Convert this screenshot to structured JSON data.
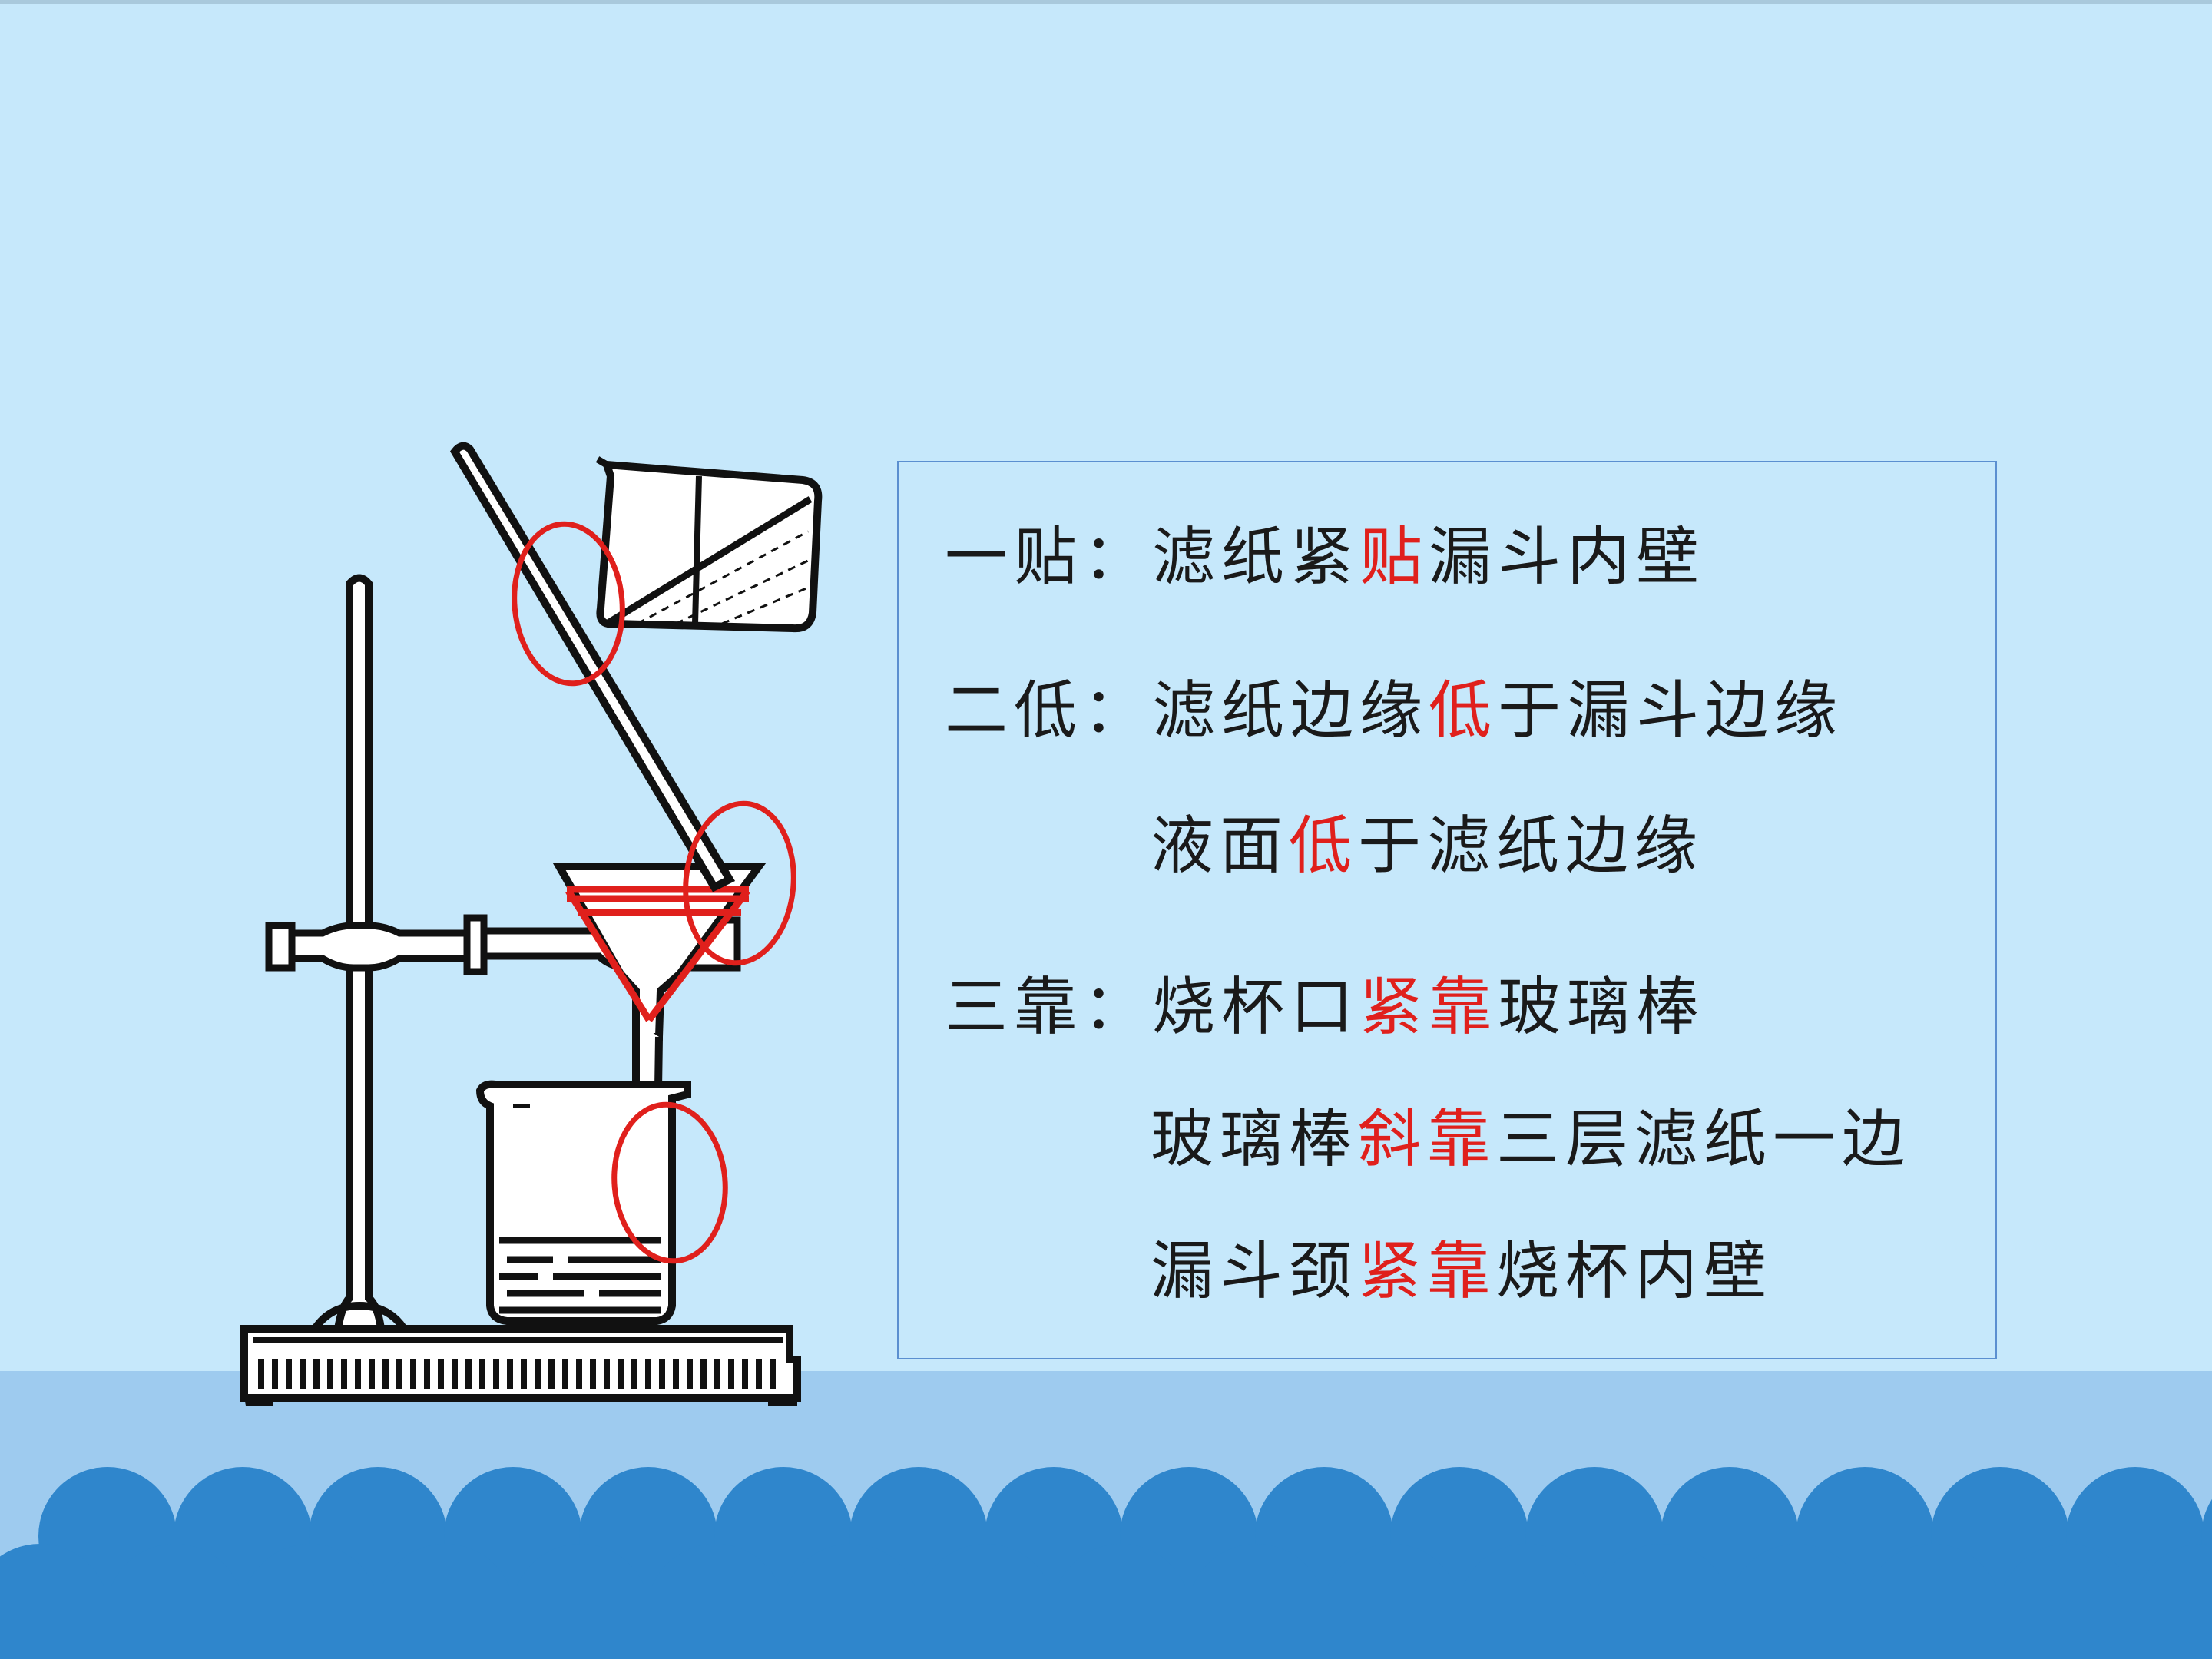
{
  "colors": {
    "background": "#c6e8fb",
    "floor": "#9ecbef",
    "waves": "#2f86cc",
    "box_border": "#5b8fd0",
    "text": "#1a1a1a",
    "highlight": "#e0201c",
    "annotation": "#e0201c"
  },
  "rules": {
    "line1": {
      "label": "一贴：",
      "pre": "滤纸紧",
      "key": "贴",
      "post": "漏斗内壁"
    },
    "line2": {
      "label": "二低：",
      "pre": "滤纸边缘",
      "key": "低",
      "post": "于漏斗边缘"
    },
    "line3": {
      "pre": "液面",
      "key": "低",
      "post": "于滤纸边缘"
    },
    "line4": {
      "label": "三靠：",
      "pre": "烧杯口",
      "key": "紧靠",
      "post": "玻璃棒"
    },
    "line5": {
      "pre": "玻璃棒",
      "key": "斜靠",
      "post": "三层滤纸一边"
    },
    "line6": {
      "pre": "漏斗颈",
      "key": "紧靠",
      "post": "烧杯内壁"
    }
  },
  "illustration": {
    "items": [
      "iron-stand",
      "clamp",
      "funnel",
      "glass-rod",
      "pouring-beaker",
      "receiving-beaker"
    ],
    "annotation_circles": 3
  }
}
